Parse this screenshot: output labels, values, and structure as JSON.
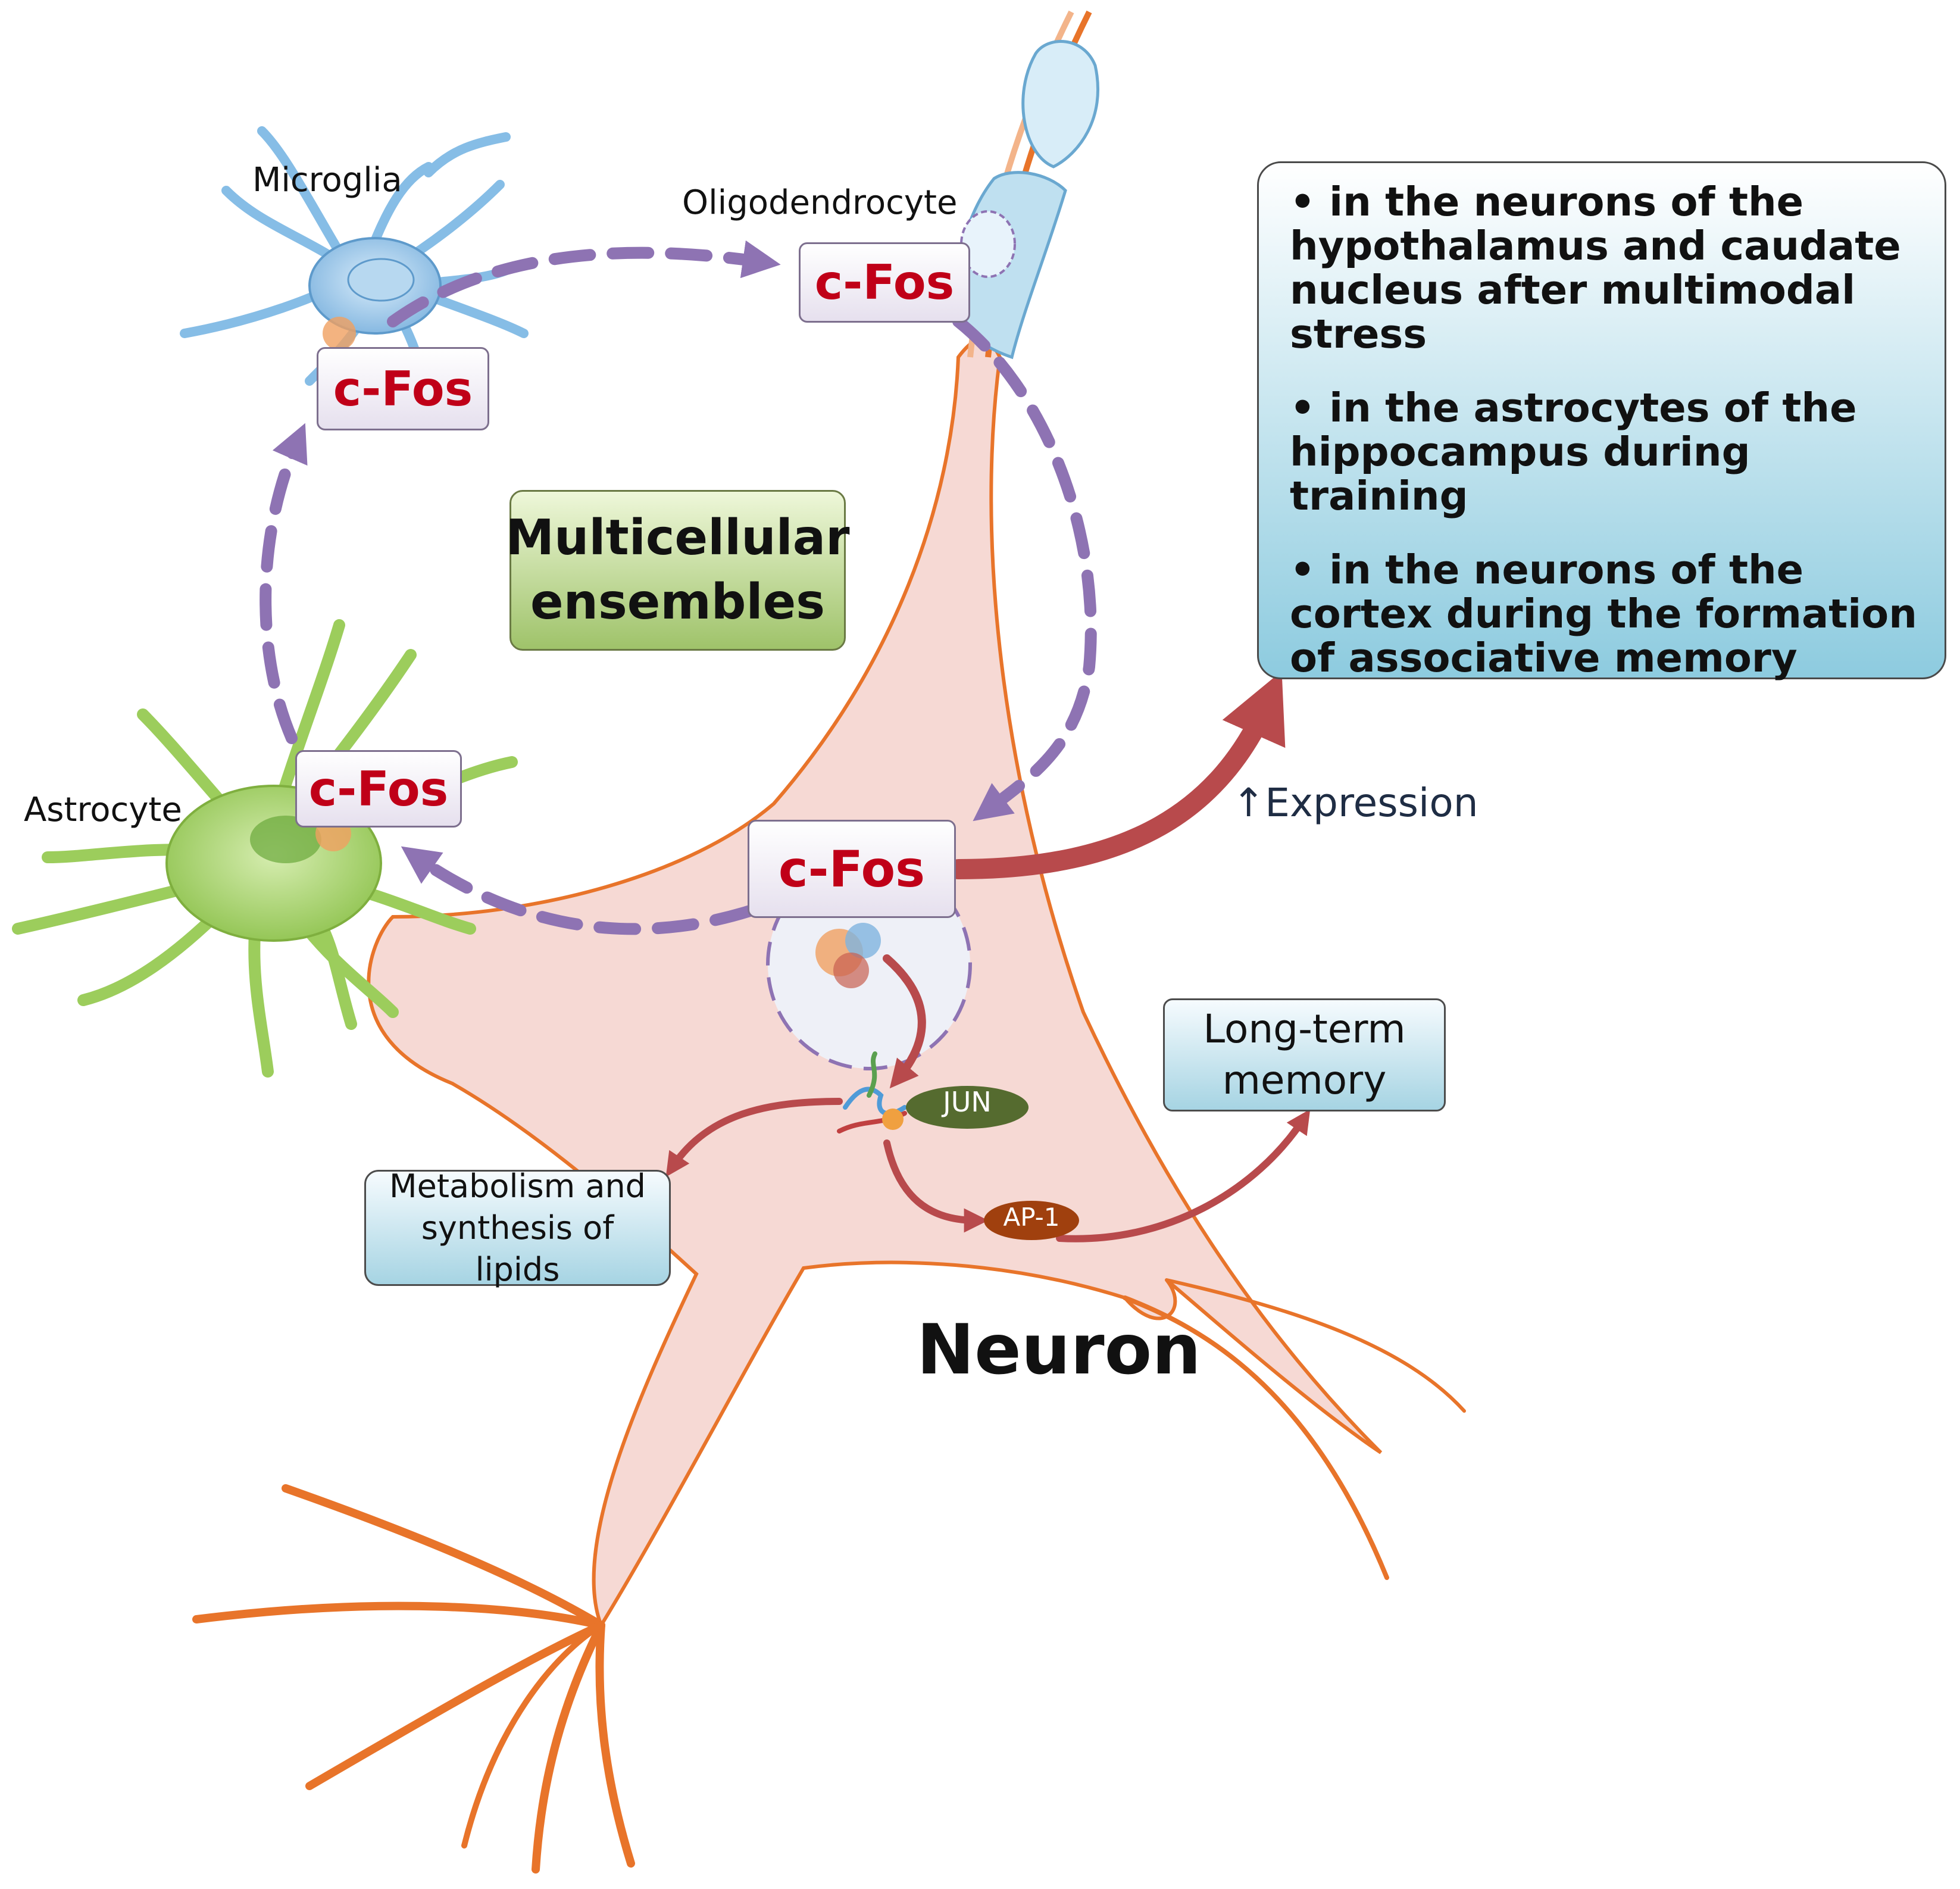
{
  "cells": {
    "microglia": "Microglia",
    "oligodendrocyte": "Oligodendrocyte",
    "astrocyte": "Astrocyte",
    "neuron": "Neuron"
  },
  "cfos_label": "c-Fos",
  "ensemble_label": "Multicellular ensembles",
  "expression_label": "↑Expression",
  "expression_sites": [
    "• in the neurons of the hypothalamus and caudate nucleus after multimodal stress",
    "• in the astrocytes of the hippocampus during training",
    "• in the neurons of the cortex during the formation of associative memory"
  ],
  "partners": {
    "jun": "JUN",
    "ap1": "AP-1"
  },
  "outcomes": {
    "lipids": "Metabolism and synthesis of lipids",
    "memory": "Long-term memory"
  },
  "colors": {
    "cfos_text": "#c00018",
    "ensemble_arrow": "#8e73b3",
    "pathway_arrow": "#b84a4c",
    "neuron_fill": "#f6d9d4",
    "neuron_outline": "#e8742a",
    "microglia": "#86bde6",
    "astrocyte": "#9ccd5c",
    "oligodendrocyte": "#bfe0f0",
    "jun_fill": "#556b2f",
    "ap1_fill": "#a0400e"
  }
}
